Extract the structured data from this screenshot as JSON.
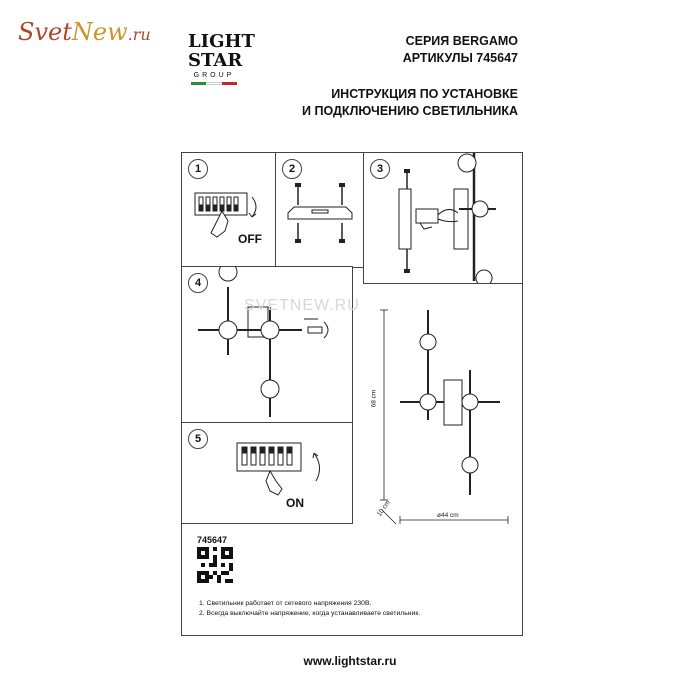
{
  "site_watermark": {
    "part1": "Svet",
    "part2": "New",
    "part3": ".ru"
  },
  "logo": {
    "line1": "LIGHT",
    "line2": "STAR",
    "line3": "GROUP"
  },
  "header": {
    "series": "СЕРИЯ BERGAMO",
    "articles": "АРТИКУЛЫ 745647",
    "title_line1": "ИНСТРУКЦИЯ ПО УСТАНОВКЕ",
    "title_line2": "И ПОДКЛЮЧЕНИЮ СВЕТИЛЬНИКА"
  },
  "steps": [
    "1",
    "2",
    "3",
    "4",
    "5"
  ],
  "step1_label": "OFF",
  "step5_label": "ON",
  "center_watermark": "SVETNEW.RU",
  "dimensions": {
    "height": "68 cm",
    "width": "ø44 cm",
    "depth": "10 cm"
  },
  "sku": "745647",
  "notes": [
    "1. Светильник работает от сетевого напряжения 230В.",
    "2. Всегда выключайте напряжение, когда устанавливаете светильник."
  ],
  "footer_url": "www.lightstar.ru",
  "colors": {
    "flag_green": "#2e8b3d",
    "flag_white": "#ffffff",
    "flag_red": "#c62828",
    "brand_red": "#b0462c",
    "brand_gold": "#c8962d"
  }
}
